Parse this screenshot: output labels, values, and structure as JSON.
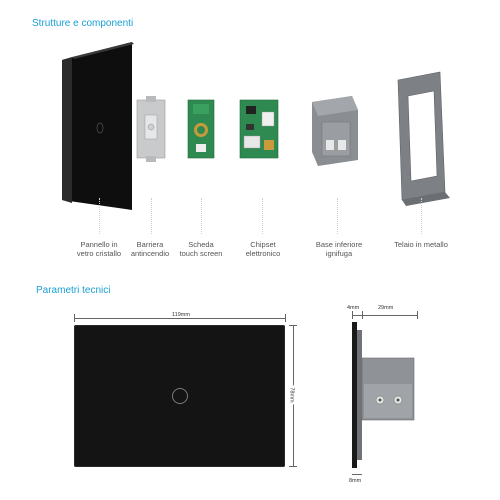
{
  "sections": {
    "structure_title": "Strutture e componenti",
    "specs_title": "Parametri tecnici"
  },
  "components": [
    {
      "id": "glass-panel",
      "line1": "Pannello in",
      "line2": "vetro cristallo"
    },
    {
      "id": "fire-barrier",
      "line1": "Barriera",
      "line2": "antincendio"
    },
    {
      "id": "touch-board",
      "line1": "Scheda",
      "line2": "touch screen"
    },
    {
      "id": "chipset",
      "line1": "Chipset",
      "line2": "elettronico"
    },
    {
      "id": "base",
      "line1": "Base inferiore",
      "line2": "ignifuga"
    },
    {
      "id": "frame",
      "line1": "Telaio in metallo",
      "line2": ""
    }
  ],
  "dimensions": {
    "width": "119mm",
    "height": "78mm",
    "front_depth": "4mm",
    "back_depth": "29mm",
    "bottom": "8mm"
  },
  "colors": {
    "accent": "#1a9fd4",
    "panel": "#141414",
    "metal": "#8a8d91"
  }
}
